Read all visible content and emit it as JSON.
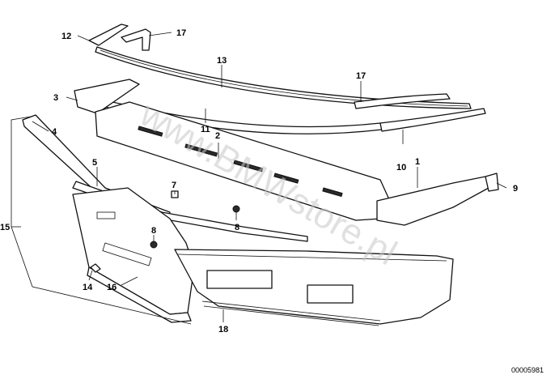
{
  "callouts": {
    "c1": "1",
    "c2": "2",
    "c3": "3",
    "c4": "4",
    "c5": "5",
    "c7": "7",
    "c8a": "8",
    "c8b": "8",
    "c9": "9",
    "c10": "10",
    "c11": "11",
    "c12": "12",
    "c13": "13",
    "c14": "14",
    "c15": "15",
    "c16": "16",
    "c17a": "17",
    "c17b": "17",
    "c18": "18"
  },
  "doc_number": "00005981",
  "watermark": "www.BMWstore.pl"
}
